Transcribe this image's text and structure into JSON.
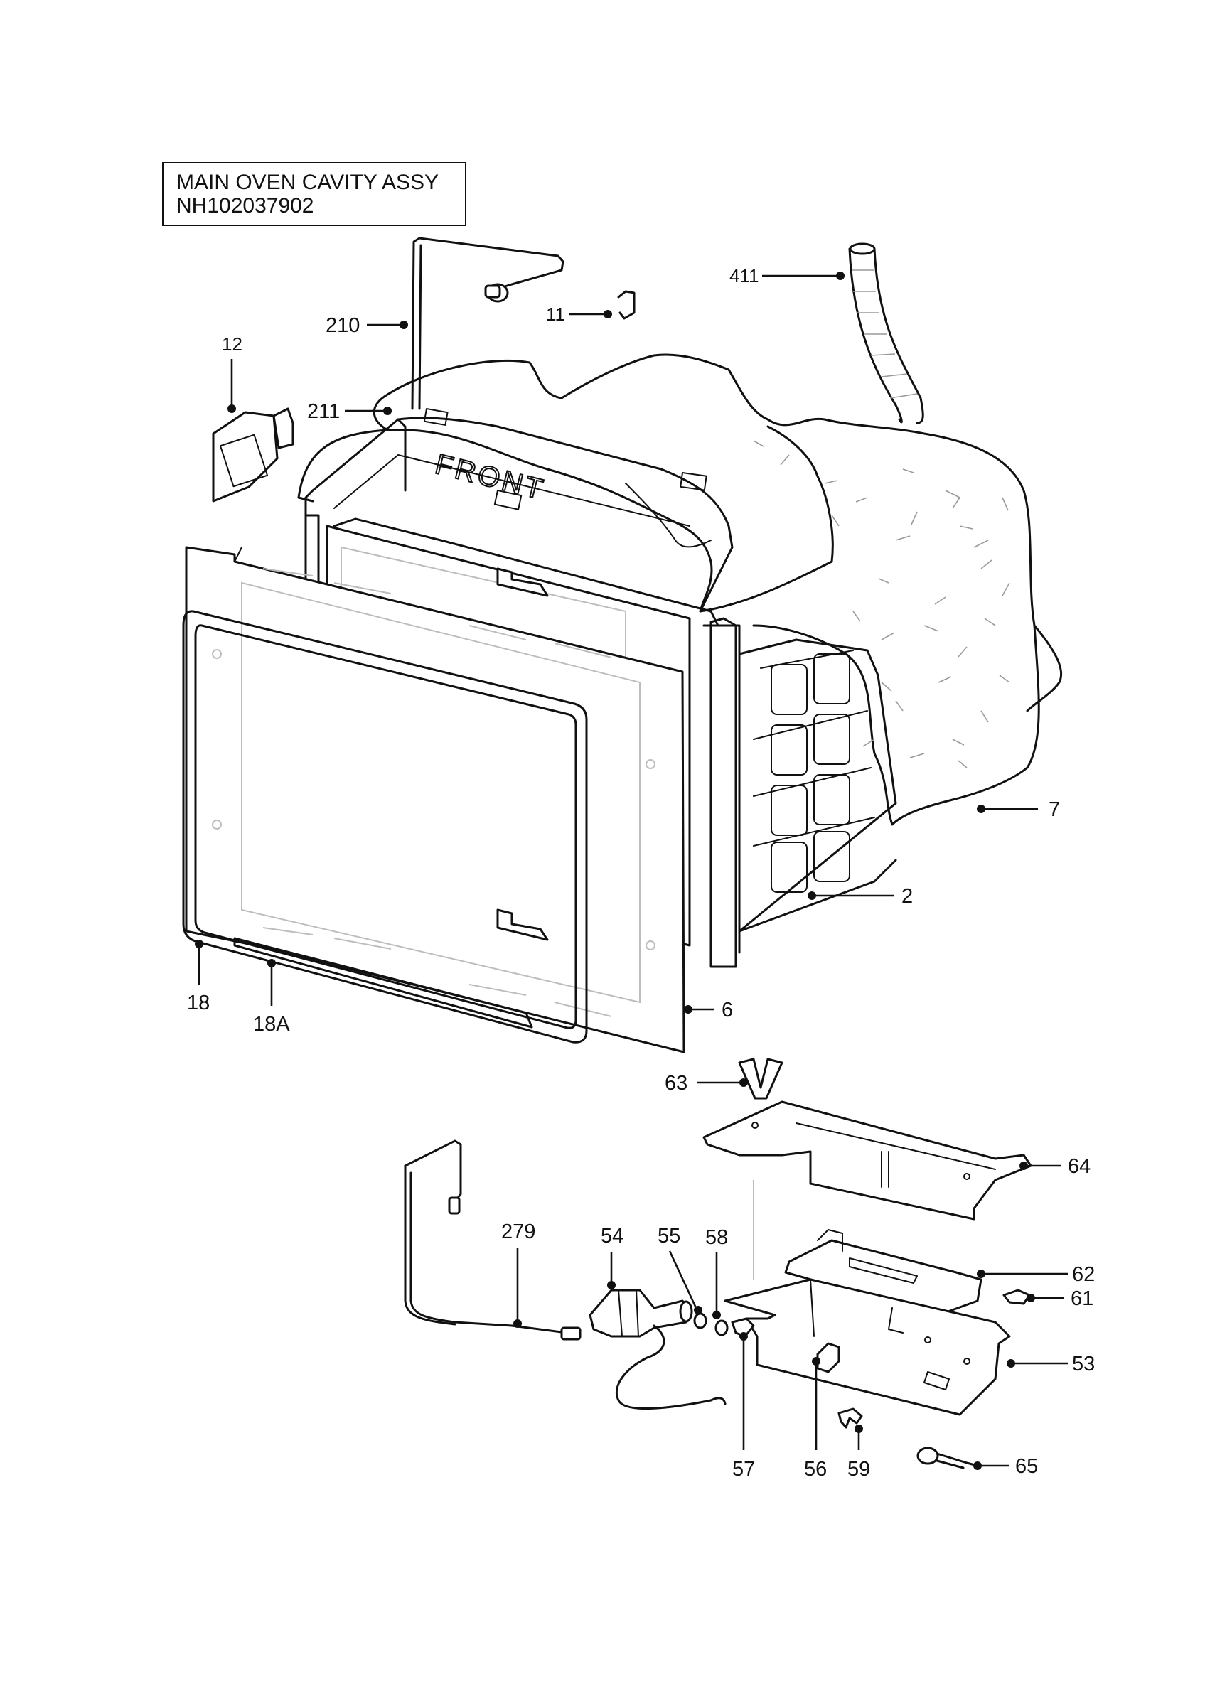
{
  "title_box": {
    "line1": "MAIN OVEN CAVITY ASSY",
    "line2": "NH102037902"
  },
  "front_label": "FRONT",
  "callouts": {
    "c411": "411",
    "c11": "11",
    "c210": "210",
    "c12": "12",
    "c211": "211",
    "c7": "7",
    "c2": "2",
    "c18": "18",
    "c18a": "18A",
    "c6": "6",
    "c63": "63",
    "c64": "64",
    "c279": "279",
    "c54": "54",
    "c55": "55",
    "c58": "58",
    "c62": "62",
    "c61": "61",
    "c53": "53",
    "c57": "57",
    "c56": "56",
    "c59": "59",
    "c65": "65"
  },
  "colors": {
    "line": "#111111",
    "hidden": "#bdbdbd",
    "background": "#ffffff"
  }
}
